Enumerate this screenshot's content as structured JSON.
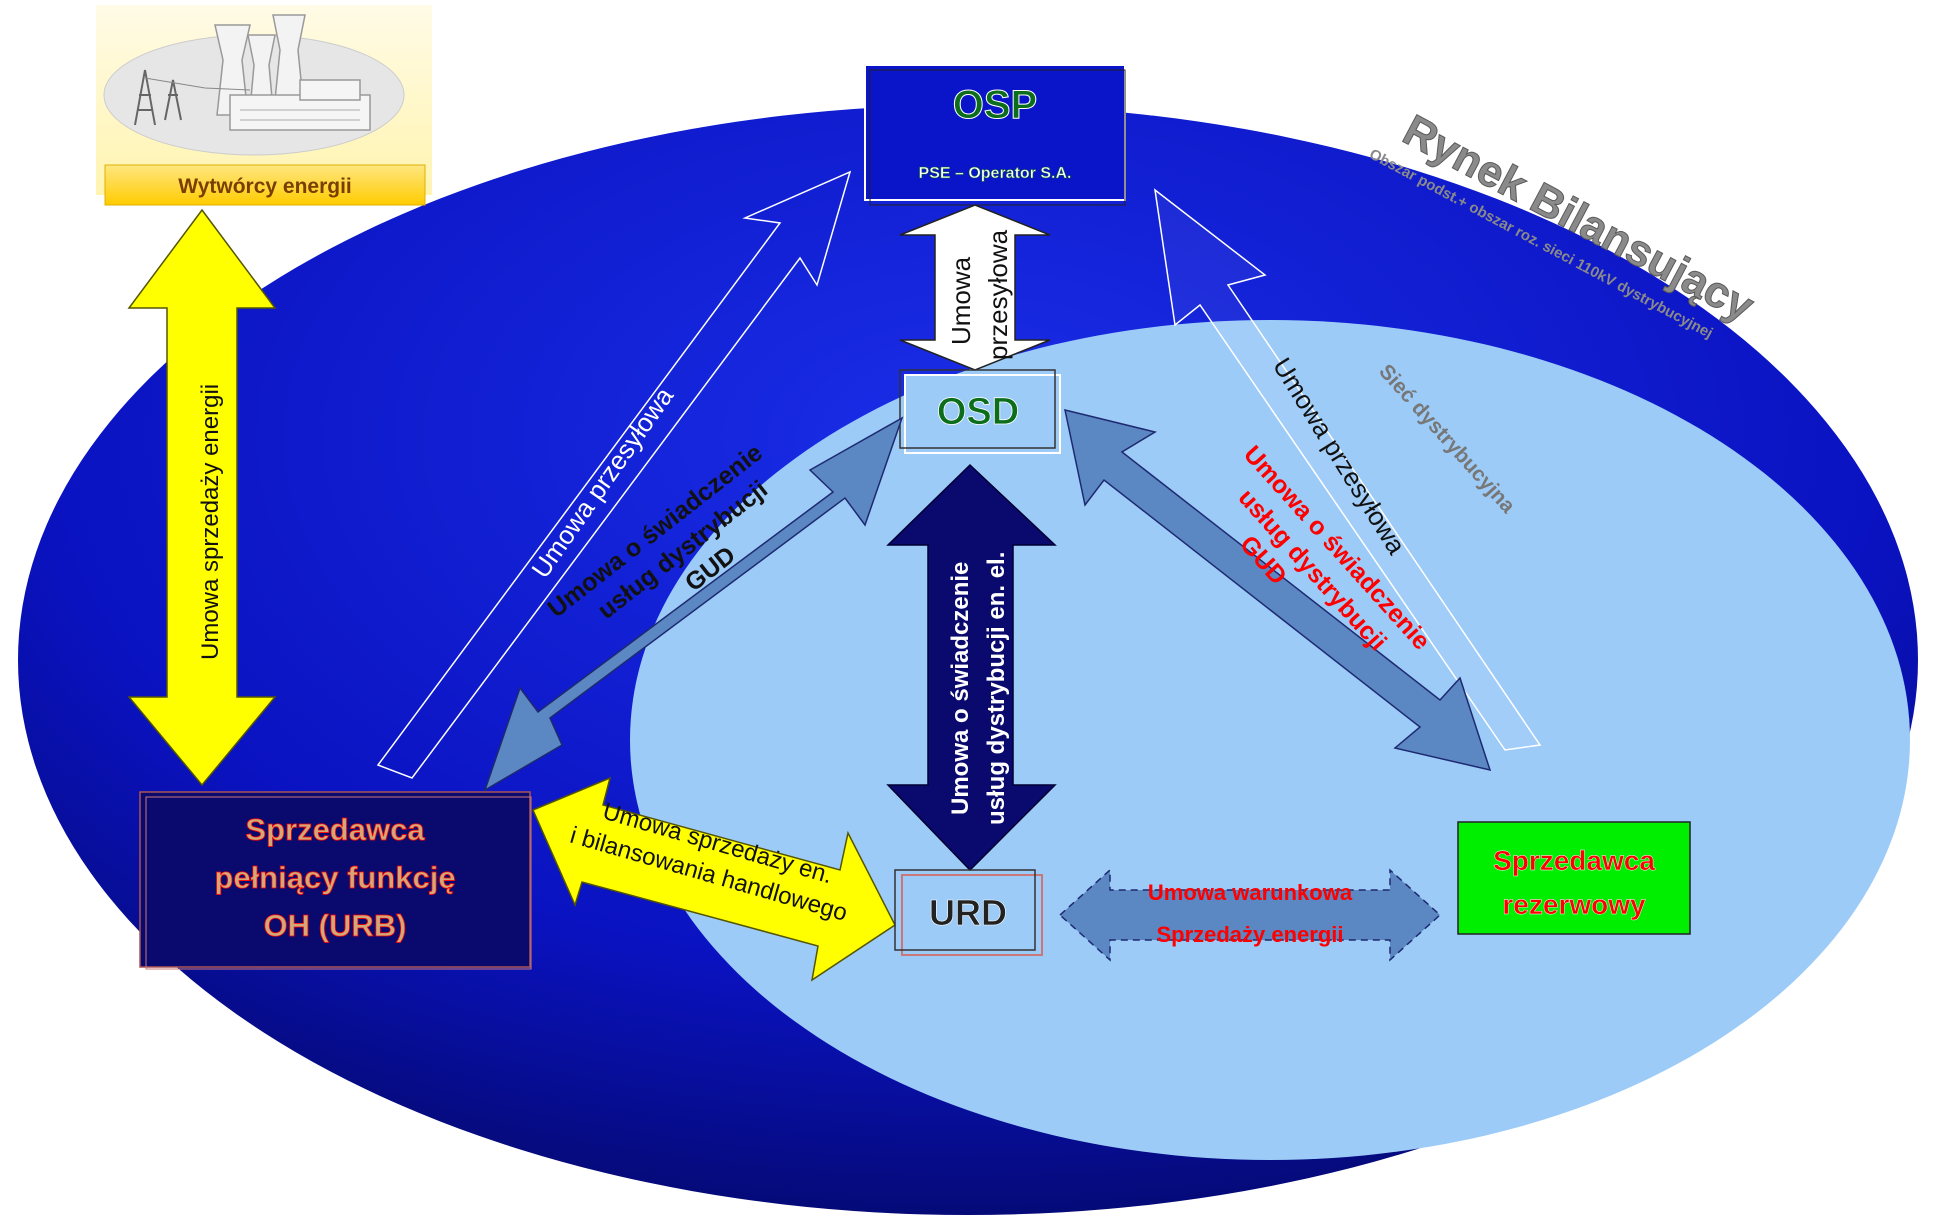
{
  "market": {
    "title": "Rynek Bilansujący",
    "subtitle": "Obszar podst.+ obszar roz. sieci 110kV dystrybucyjnej"
  },
  "distribution_network_label": "Sieć dystrybucyjna",
  "producers": {
    "label": "Wytwórcy energii"
  },
  "osp": {
    "title": "OSP",
    "subtitle": "PSE – Operator S.A."
  },
  "osd": {
    "title": "OSD"
  },
  "urd": {
    "title": "URD"
  },
  "seller_oh": {
    "lines": [
      "Sprzedawca",
      "pełniący funkcję",
      "OH (URB)"
    ]
  },
  "backup_seller": {
    "lines": [
      "Sprzedawca",
      "rezerwowy"
    ]
  },
  "contracts": {
    "producer_sale": "Umowa sprzedaży energii",
    "transmission_osd": [
      "Umowa",
      "przesyłowa"
    ],
    "transmission_left": "Umowa przesyłowa",
    "transmission_right": "Umowa przesyłowa",
    "gud_left": [
      "Umowa o świadczenie",
      "usług dystrybucji",
      "GUD"
    ],
    "gud_right": [
      "Umowa o świadczenie",
      "usług dystrybucji",
      "GUD"
    ],
    "distribution_urd": [
      "Umowa o świadczenie",
      "usług dystrybucji en. el."
    ],
    "sale_balancing": [
      "Umowa sprzedaży en.",
      "i bilansowania handlowego"
    ],
    "conditional": [
      "Umowa warunkowa",
      "Sprzedaży energii"
    ]
  },
  "colors": {
    "outer_ellipse": "#0a14c8",
    "inner_ellipse": "#9ccbf8",
    "yellow_arrow": "#ffff00",
    "steel_arrow": "#5b87c2",
    "navy_arrow": "#0a0a6e",
    "green_box": "#00ee00",
    "red_text": "#ff0000",
    "dark_green_text": "#0c6e1c"
  }
}
